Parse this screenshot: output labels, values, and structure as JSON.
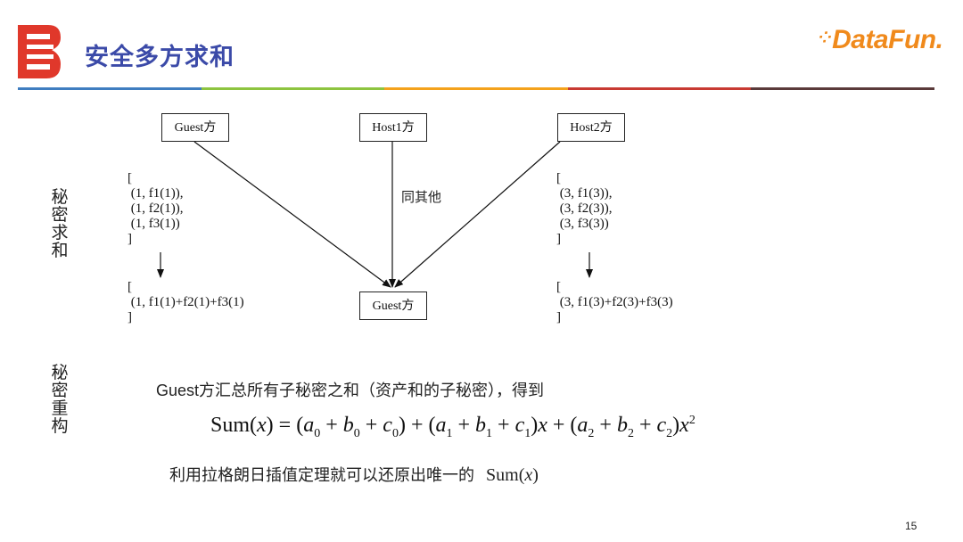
{
  "header": {
    "title": "安全多方求和",
    "brand": "DataFun."
  },
  "colors": {
    "title": "#3b4aa8",
    "logo_red": "#e0382b",
    "brand_orange": "#f08a1c",
    "bar_blue": "#3f7dc0",
    "bar_green": "#8dc43f",
    "bar_orange": "#f4a21c",
    "bar_red": "#c83a32",
    "bar_dark": "#5a3a3a"
  },
  "diagram": {
    "top_nodes": [
      "Guest方",
      "Host1方",
      "Host2方"
    ],
    "bottom_node": "Guest方",
    "middle_note": "同其他",
    "guest_shares": "[\n (1, f1(1)),\n (1, f2(1)),\n (1, f3(1))\n]",
    "guest_sum": "[\n (1, f1(1)+f2(1)+f3(1)\n]",
    "host2_shares": "[\n (3, f1(3)),\n (3, f2(3)),\n (3, f3(3))\n]",
    "host2_sum": "[\n (3, f1(3)+f2(3)+f3(3)\n]"
  },
  "section_labels": {
    "secret_sum": "秘密求和",
    "secret_reconstruct": "秘密重构"
  },
  "reconstruct": {
    "line1": "Guest方汇总所有子秘密之和（资产和的子秘密），得到",
    "line2": "利用拉格朗日插值定理就可以还原出唯一的",
    "formula_tail": "Sum(x)"
  },
  "page_number": "15"
}
